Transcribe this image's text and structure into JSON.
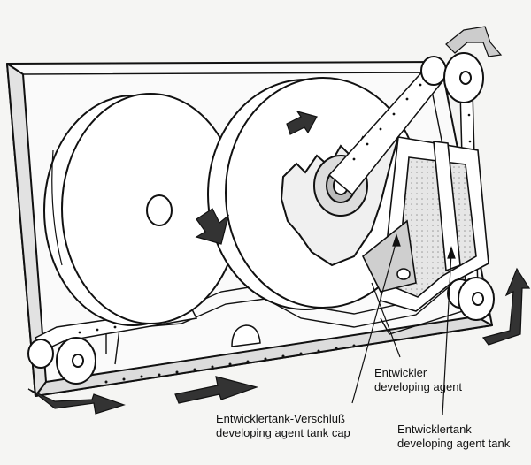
{
  "diagram": {
    "labels": [
      {
        "id": "developer",
        "de": "Entwickler",
        "en": "developing agent"
      },
      {
        "id": "tank-cap",
        "de": "Entwicklertank-Verschluß",
        "en": "developing agent tank cap"
      },
      {
        "id": "tank",
        "de": "Entwicklertank",
        "en": "developing agent tank"
      }
    ]
  }
}
